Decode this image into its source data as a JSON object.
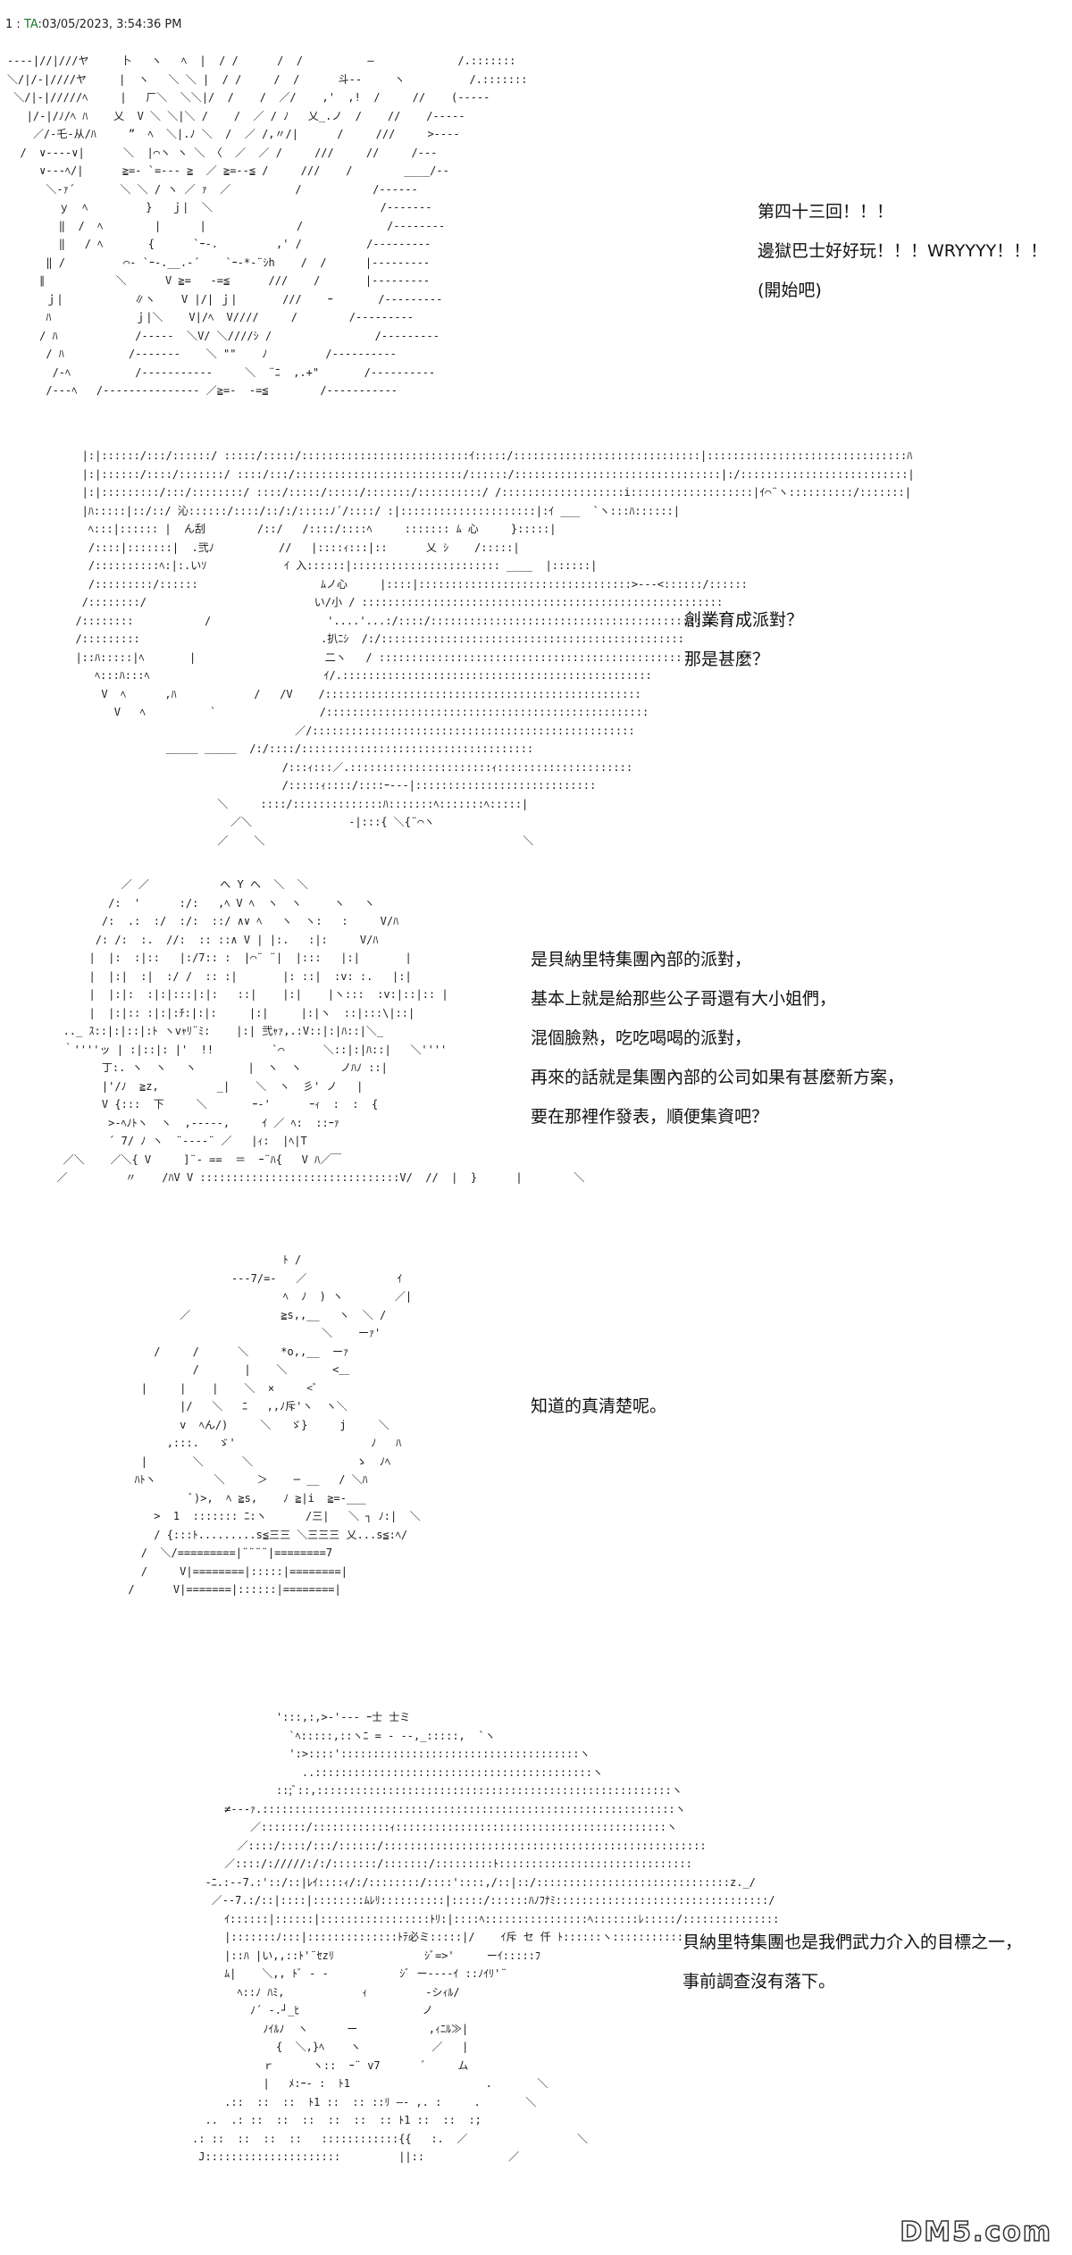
{
  "header": {
    "post_number": "1",
    "poster": "TA",
    "timestamp": "03/05/2023, 3:54:36 PM"
  },
  "panels": [
    {
      "dialog": [
        "第四十三回！！！",
        "邊獄巴士好好玩！！！WRYYYY！！！",
        "(開始吧)"
      ]
    },
    {
      "dialog": [
        "創業育成派對？",
        "那是甚麼？"
      ]
    },
    {
      "dialog": [
        "是貝納里特集團內部的派對，",
        "基本上就是給那些公子哥還有大小姐們，",
        "混個臉熟，吃吃喝喝的派對，",
        "再來的話就是集團內部的公司如果有甚麼新方案，",
        "要在那裡作發表，順便集資吧？"
      ]
    },
    {
      "dialog": [
        "知道的真清楚呢。"
      ]
    },
    {
      "dialog": [
        "貝納里特集團也是我們武力介入的目標之一，",
        "事前調查沒有落下。"
      ]
    }
  ],
  "watermark": "DM5.com"
}
